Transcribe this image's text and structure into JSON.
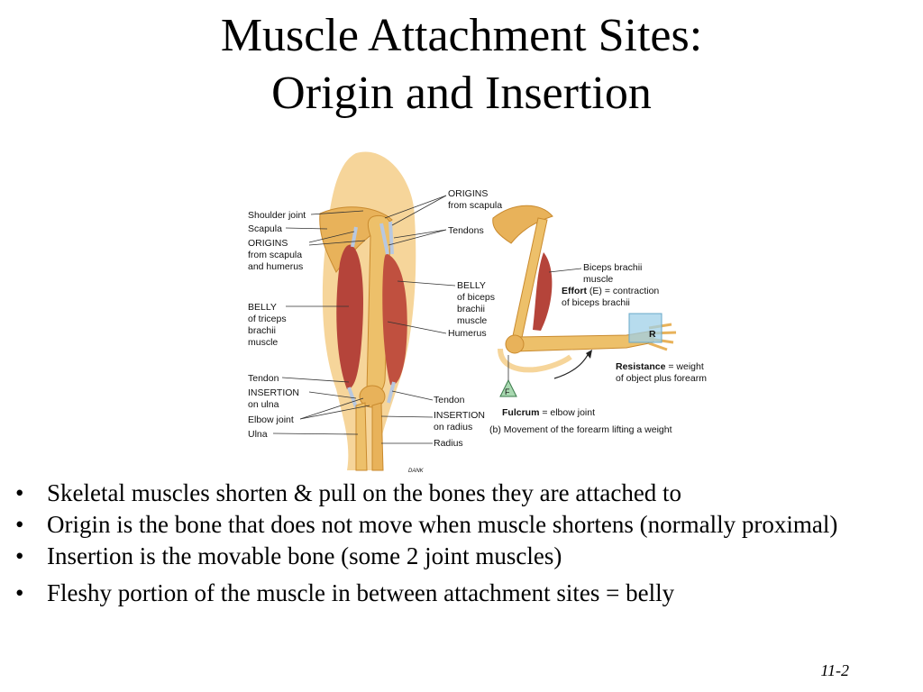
{
  "slide": {
    "title_line1": "Muscle Attachment Sites:",
    "title_line2": "Origin and Insertion",
    "page_number": "11-2"
  },
  "figure": {
    "left_labels": {
      "shoulder_joint": "Shoulder joint",
      "scapula": "Scapula",
      "origins_1": "ORIGINS",
      "origins_2": "from scapula",
      "origins_3": "and humerus",
      "belly_1": "BELLY",
      "belly_2": "of triceps",
      "belly_3": "brachii",
      "belly_4": "muscle",
      "tendon": "Tendon",
      "insertion_1": "INSERTION",
      "insertion_2": "on ulna",
      "elbow_joint": "Elbow joint",
      "ulna": "Ulna"
    },
    "middle_labels": {
      "origins_1": "ORIGINS",
      "origins_2": "from scapula",
      "tendons": "Tendons",
      "belly_1": "BELLY",
      "belly_2": "of biceps",
      "belly_3": "brachii",
      "belly_4": "muscle",
      "humerus": "Humerus",
      "tendon": "Tendon",
      "insertion_1": "INSERTION",
      "insertion_2": "on radius",
      "radius": "Radius"
    },
    "right_labels": {
      "biceps_1": "Biceps brachii",
      "biceps_2": "muscle",
      "effort_bold": "Effort",
      "effort_rest": " (E) = contraction",
      "effort_2": "of biceps brachii",
      "resistance_bold": "Resistance",
      "resistance_rest": " = weight",
      "resistance_2": "of object plus forearm",
      "fulcrum_bold": "Fulcrum",
      "fulcrum_rest": " = elbow joint",
      "caption": "(b) Movement of the forearm lifting a weight",
      "marker_r": "R",
      "marker_f": "F",
      "signature": "DANK"
    }
  },
  "bullets": [
    "Skeletal muscles shorten & pull on the bones they are attached to",
    "Origin is the bone that does not move when muscle shortens (normally proximal)",
    "Insertion is the movable bone (some 2 joint muscles)",
    "Fleshy portion of the muscle in between attachment sites = belly"
  ],
  "bullet_glyph": "•",
  "colors": {
    "muscle": "#b5443a",
    "bone": "#e8b25a",
    "skin": "#f6d59a",
    "tendon": "#b8c8e0",
    "marker": "#9fd0e8"
  }
}
